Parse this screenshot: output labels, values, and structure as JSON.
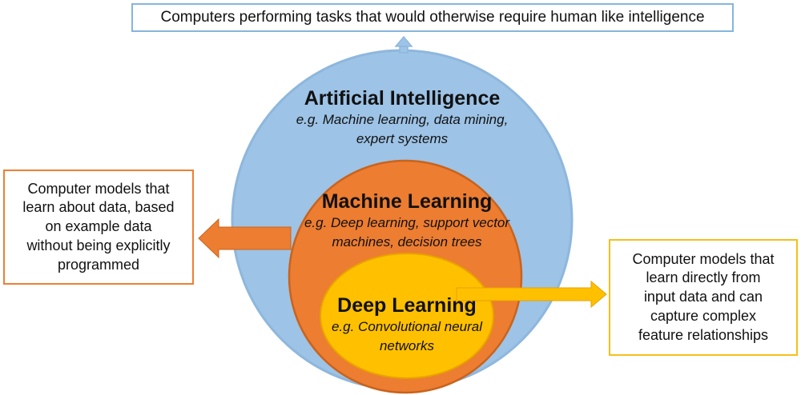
{
  "top_box": {
    "text": "Computers performing tasks that would otherwise require human like intelligence"
  },
  "left_box": {
    "lines": [
      "Computer models that",
      "learn about data, based",
      "on example data",
      "without being explicitly",
      "programmed"
    ]
  },
  "right_box": {
    "lines": [
      "Computer models that",
      "learn directly from",
      "input data and can",
      "capture complex",
      "feature relationships"
    ]
  },
  "artificial_intelligence": {
    "title": "Artificial Intelligence",
    "examples": [
      "e.g. Machine learning, data mining,",
      "expert systems"
    ]
  },
  "machine_learning": {
    "title": "Machine Learning",
    "examples": [
      "e.g. Deep learning, support vector",
      "machines, decision trees"
    ]
  },
  "deep_learning": {
    "title": "Deep Learning",
    "examples": [
      "e.g. Convolutional neural",
      "networks"
    ]
  },
  "colors": {
    "ai_fill": "#9dc3e6",
    "ai_border": "#8eb7dd",
    "ml_fill": "#ed7d31",
    "ml_border": "#c9631d",
    "dl_fill": "#ffc000",
    "dl_border": "#e8a200",
    "top_box_border": "#86b5dd",
    "left_box_border": "#ee7f33",
    "right_box_border": "#f5bf1b"
  }
}
